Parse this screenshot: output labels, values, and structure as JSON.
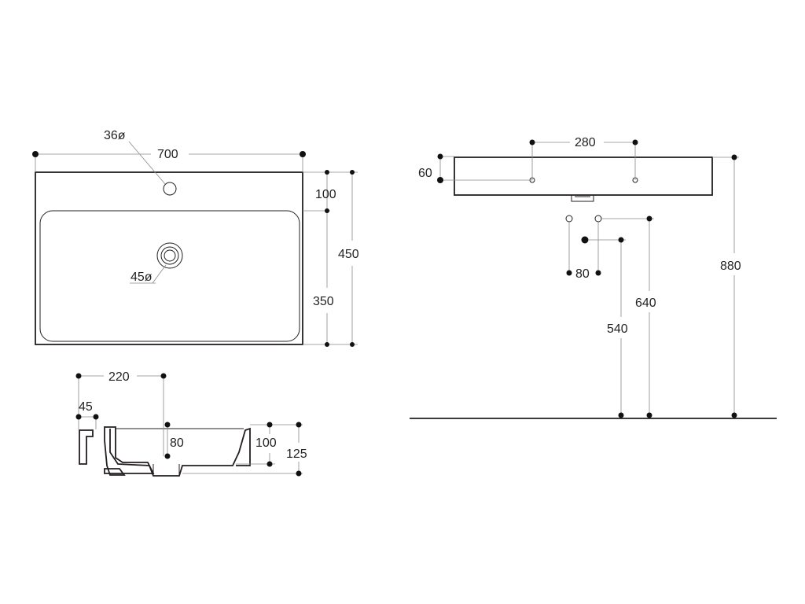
{
  "top_view": {
    "tap_hole_diameter": "36ø",
    "width": "700",
    "rim_depth": "100",
    "basin_depth": "350",
    "total_depth": "450",
    "drain_diameter": "45ø"
  },
  "section_view": {
    "drain_offset": "220",
    "wall_thickness": "45",
    "drain_height": "80",
    "basin_height": "100",
    "total_height": "125"
  },
  "front_view": {
    "height": "60",
    "tap_spacing": "280",
    "supply_spacing": "80",
    "supply_height": "640",
    "waste_height": "540",
    "mount_height": "880"
  },
  "colors": {
    "line": "#231f20",
    "dimension_line": "#8a8a8a",
    "background": "#ffffff"
  }
}
